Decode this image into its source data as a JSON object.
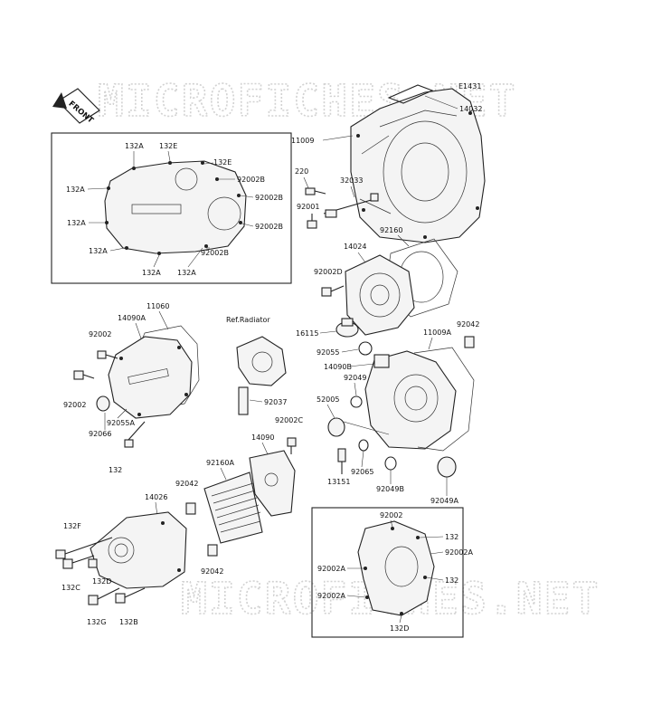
{
  "diagram_code": "E1431",
  "front_label": "FRONT",
  "watermark": "MICROFICHES.NET",
  "ref_note": "Ref.Radiator",
  "labels": {
    "l14032": "14032",
    "l11009": "11009",
    "l220": "220",
    "l32033": "32033",
    "l92001": "92001",
    "l92160": "92160",
    "l14024": "14024",
    "l92002D": "92002D",
    "l132A_1": "132A",
    "l132E_1": "132E",
    "l132E_2": "132E",
    "l132A_2": "132A",
    "l92002B_1": "92002B",
    "l92002B_2": "92002B",
    "l132A_3": "132A",
    "l92002B_3": "92002B",
    "l132A_4": "132A",
    "l92002B_4": "92002B",
    "l132A_5": "132A",
    "l132A_6": "132A",
    "l11060": "11060",
    "l14090A": "14090A",
    "l92002_a": "92002",
    "l92002_b": "92002",
    "l92055A": "92055A",
    "l92066": "92066",
    "l132_a": "132",
    "l92037": "92037",
    "l16115": "16115",
    "l92055": "92055",
    "l14090B": "14090B",
    "l92049": "92049",
    "l52005": "52005",
    "l11009A": "11009A",
    "l92042_a": "92042",
    "l13151": "13151",
    "l92065": "92065",
    "l92049B": "92049B",
    "l92049A": "92049A",
    "l14090": "14090",
    "l92002C": "92002C",
    "l92160A": "92160A",
    "l92042_b": "92042",
    "l14026": "14026",
    "l132F": "132F",
    "l132C": "132C",
    "l132D_a": "132D",
    "l92042_c": "92042",
    "l132G": "132G",
    "l132B": "132B",
    "l92002_c": "92002",
    "l132_b": "132",
    "l92002A_1": "92002A",
    "l92002A_2": "92002A",
    "l132_c": "132",
    "l92002A_3": "92002A",
    "l132D_b": "132D"
  }
}
